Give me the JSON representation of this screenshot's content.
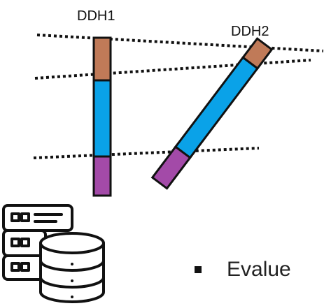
{
  "labels": {
    "ddh1": "DDH1",
    "ddh2": "DDH2"
  },
  "bullet_text": "Evalue",
  "colors": {
    "top_segment": "#c07a58",
    "middle_segment": "#0aa2e8",
    "bottom_segment": "#a34aa8",
    "outline": "#111111"
  },
  "icons": [
    "server-database-icon"
  ]
}
